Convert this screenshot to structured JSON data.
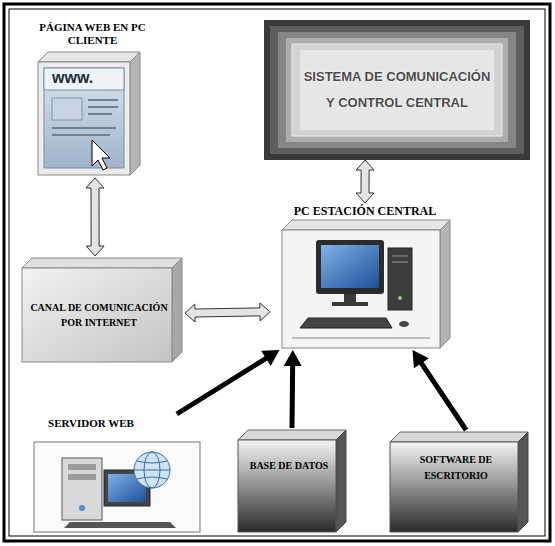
{
  "diagram": {
    "nodes": [
      {
        "text": [
          "PÁGINA WEB EN PC CLIENTE"
        ]
      },
      {
        "text": [
          "SISTEMA DE COMUNICACIÓN Y CONTROL CENTRAL"
        ]
      },
      {
        "text": [
          "PC ESTACIÓN CENTRAL"
        ]
      },
      {
        "text": [
          "CANAL DE COMUNICACIÓN POR INTERNET"
        ]
      },
      {
        "text": [
          "SERVIDOR WEB"
        ]
      },
      {
        "text": [
          "BASE DE DATOS"
        ]
      },
      {
        "text": [
          "SOFTWARE DE ESCRITORIO"
        ]
      }
    ],
    "edges": [
      {
        "from": 0,
        "to": 3,
        "arrow": "both"
      },
      {
        "from": 1,
        "to": 2,
        "arrow": "both"
      },
      {
        "from": 3,
        "to": 2,
        "arrow": "both"
      },
      {
        "from": 4,
        "to": 2,
        "arrow": "to"
      },
      {
        "from": 5,
        "to": 2,
        "arrow": "to"
      },
      {
        "from": 6,
        "to": 2,
        "arrow": "to"
      }
    ],
    "labels": [
      "www."
    ]
  }
}
